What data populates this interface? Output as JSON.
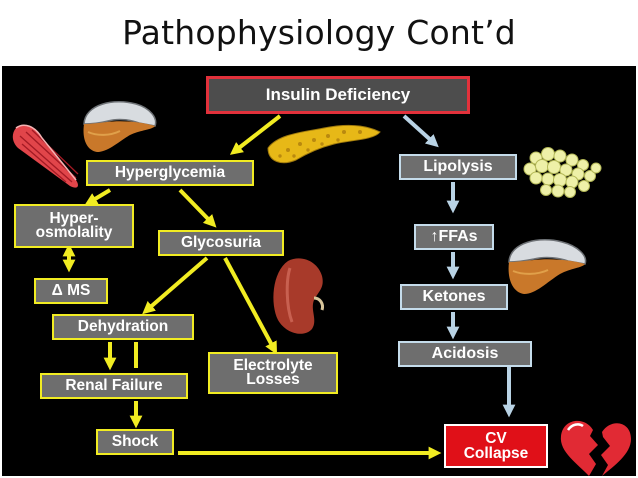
{
  "slide": {
    "title": "Pathophysiology Cont’d"
  },
  "diagram": {
    "root": "Insulin Deficiency",
    "left_branch": {
      "hyperglycemia": "Hyperglycemia",
      "hyperosmolality": "Hyper-\nosmolality",
      "glycosuria": "Glycosuria",
      "delta_ms": "Δ MS",
      "dehydration": "Dehydration",
      "renal_failure": "Renal Failure",
      "electrolyte_losses": "Electrolyte\nLosses",
      "shock": "Shock"
    },
    "right_branch": {
      "lipolysis": "Lipolysis",
      "ffas": "↑FFAs",
      "ketones": "Ketones",
      "acidosis": "Acidosis"
    },
    "outcome": "CV\nCollapse"
  },
  "colors": {
    "yellow_arrow": "#f1ec22",
    "blue_arrow": "#b9d3e5",
    "outcome_red": "#e01018",
    "node_gray": "#6e6e6e"
  },
  "images": [
    "liver-illustration",
    "muscle-illustration",
    "pancreas-illustration",
    "fat-cells-illustration",
    "kidney-illustration",
    "liver-illustration-right",
    "broken-heart-icon"
  ]
}
